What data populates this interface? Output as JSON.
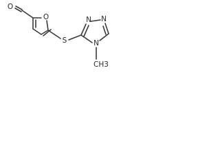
{
  "molecule": {
    "atoms": {
      "aldehyde_o": "O",
      "furan_o": "O",
      "thioether_s": "S",
      "triazole_n1": "N",
      "triazole_n2": "N",
      "triazole_n4": "N",
      "methyl": "CH3"
    }
  }
}
